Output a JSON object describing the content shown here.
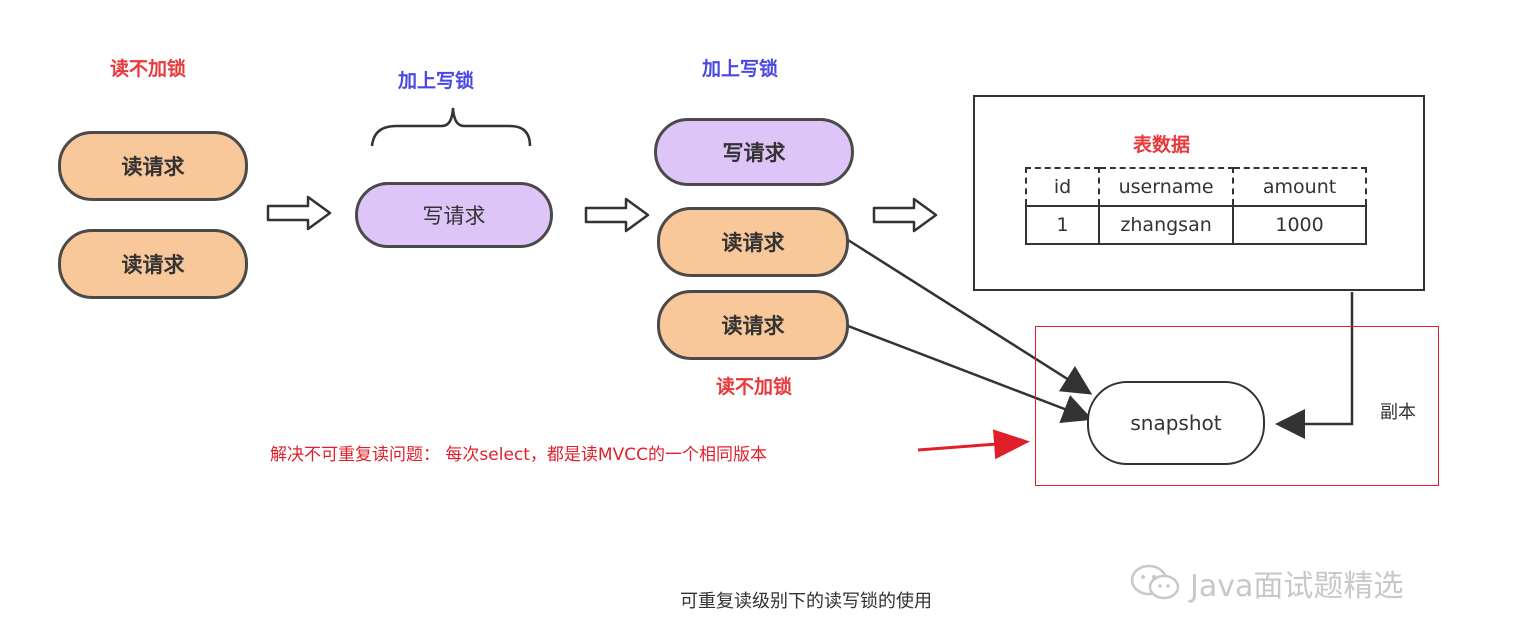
{
  "stage1": {
    "label": "读不加锁",
    "read1": "读请求",
    "read2": "读请求"
  },
  "stage2": {
    "label": "加上写锁",
    "write": "写请求"
  },
  "stage3": {
    "label_top": "加上写锁",
    "write": "写请求",
    "read1": "读请求",
    "read2": "读请求",
    "label_bottom": "读不加锁"
  },
  "table": {
    "title": "表数据",
    "headers": [
      "id",
      "username",
      "amount"
    ],
    "rows": [
      [
        "1",
        "zhangsan",
        "1000"
      ]
    ]
  },
  "snapshot": "snapshot",
  "copy_label": "副本",
  "note": "解决不可重复读问题： 每次select，都是读MVCC的一个相同版本",
  "caption": "可重复读级别下的读写锁的使用",
  "watermark": "Java面试题精选",
  "colors": {
    "read_fill": "#f8c79a",
    "write_fill": "#ddc5f7",
    "red": "#e8393c",
    "blue": "#4a48e0"
  }
}
